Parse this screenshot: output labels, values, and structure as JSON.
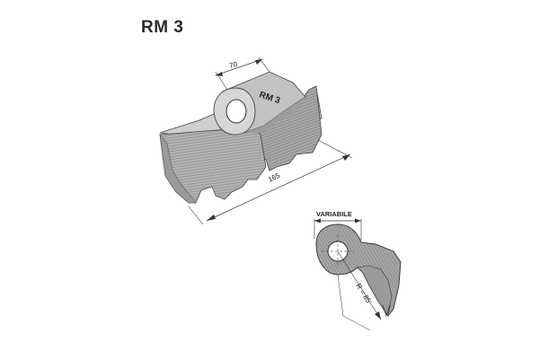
{
  "title": "RM 3",
  "part_label": "RM 3",
  "dimensions": {
    "width": "70",
    "length": "165",
    "variable": "VARIABILE",
    "radius": "R = 85"
  },
  "colors": {
    "part_fill": "#b0b0b0",
    "part_dark": "#8e8e8e",
    "part_light": "#d2d2d2",
    "line": "#333333"
  }
}
